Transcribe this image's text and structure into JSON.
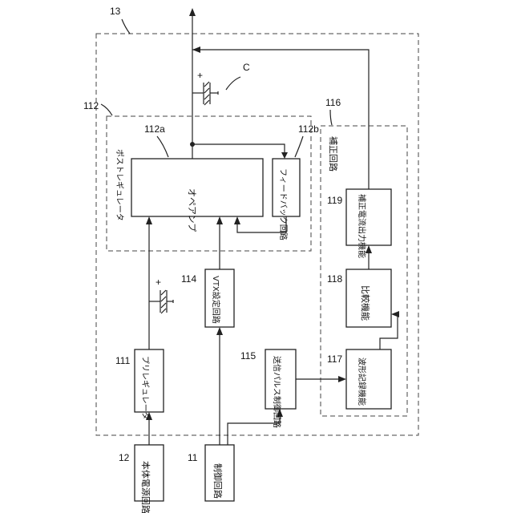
{
  "labels": {
    "n13": "13",
    "n112": "112",
    "n116": "116",
    "n112a": "112a",
    "n112b": "112b",
    "nC": "C",
    "n119": "119",
    "n118": "118",
    "n117": "117",
    "n114": "114",
    "n115": "115",
    "n111": "111",
    "n12": "12",
    "n11": "11",
    "post_regulator": "ポストレギュレータ",
    "op_amp": "オペアンプ",
    "feedback_circuit": "フィードバック回路",
    "correction_circuit": "補正回路",
    "correction_output": "補正電流出力機能",
    "compare": "比較機能",
    "waveform_record": "波形記録機能",
    "vtx_setting": "VTX設定回路",
    "tx_pulse_control": "送信パルス制御回路",
    "pre_regulator": "プリレギュレータ",
    "main_power": "本体電源回路",
    "control_circuit": "制御回路",
    "plus1": "+",
    "plus2": "+"
  }
}
